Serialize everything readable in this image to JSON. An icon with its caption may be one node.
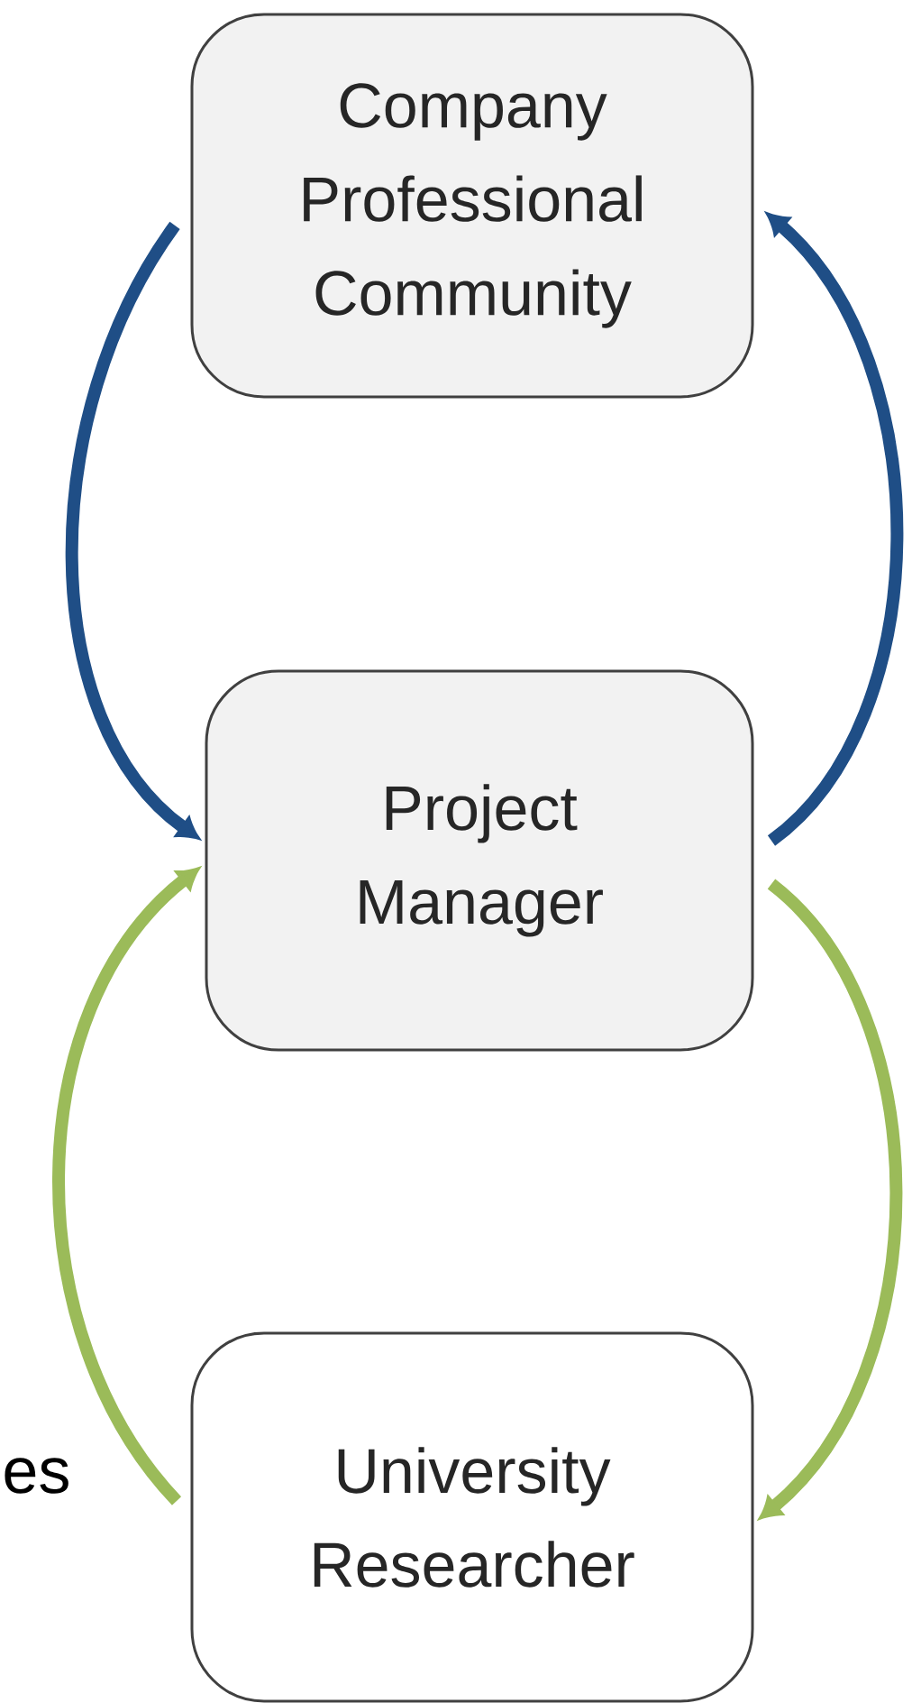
{
  "diagram": {
    "nodes": [
      {
        "text": [
          "Company Professional Community"
        ]
      },
      {
        "text": [
          "Project Manager"
        ]
      },
      {
        "text": [
          "University Researcher"
        ]
      }
    ],
    "edges": [
      {
        "from": 0,
        "to": 1,
        "arrow": "to",
        "color": "#1f4e86"
      },
      {
        "from": 1,
        "to": 0,
        "arrow": "to",
        "color": "#1f4e86"
      },
      {
        "from": 2,
        "to": 1,
        "arrow": "to",
        "color": "#9bbb59"
      },
      {
        "from": 1,
        "to": 2,
        "arrow": "to",
        "color": "#9bbb59"
      }
    ],
    "labels": [
      "es"
    ]
  }
}
